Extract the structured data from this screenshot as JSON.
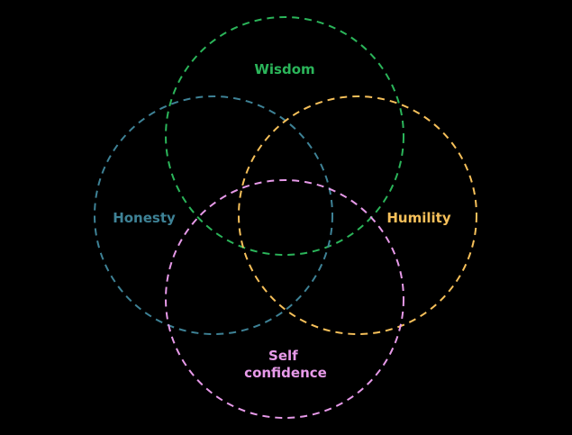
{
  "diagram": {
    "type": "venn",
    "background": "#000000",
    "sets": [
      {
        "key": "wisdom",
        "label_lines": [
          "Wisdom"
        ],
        "color": "#2bb55a"
      },
      {
        "key": "honesty",
        "label_lines": [
          "Honesty"
        ],
        "color": "#3e8296"
      },
      {
        "key": "humility",
        "label_lines": [
          "Humility"
        ],
        "color": "#f6c05a"
      },
      {
        "key": "self_confidence",
        "label_lines": [
          "Self",
          "confidence"
        ],
        "color": "#e79ae9"
      }
    ]
  }
}
